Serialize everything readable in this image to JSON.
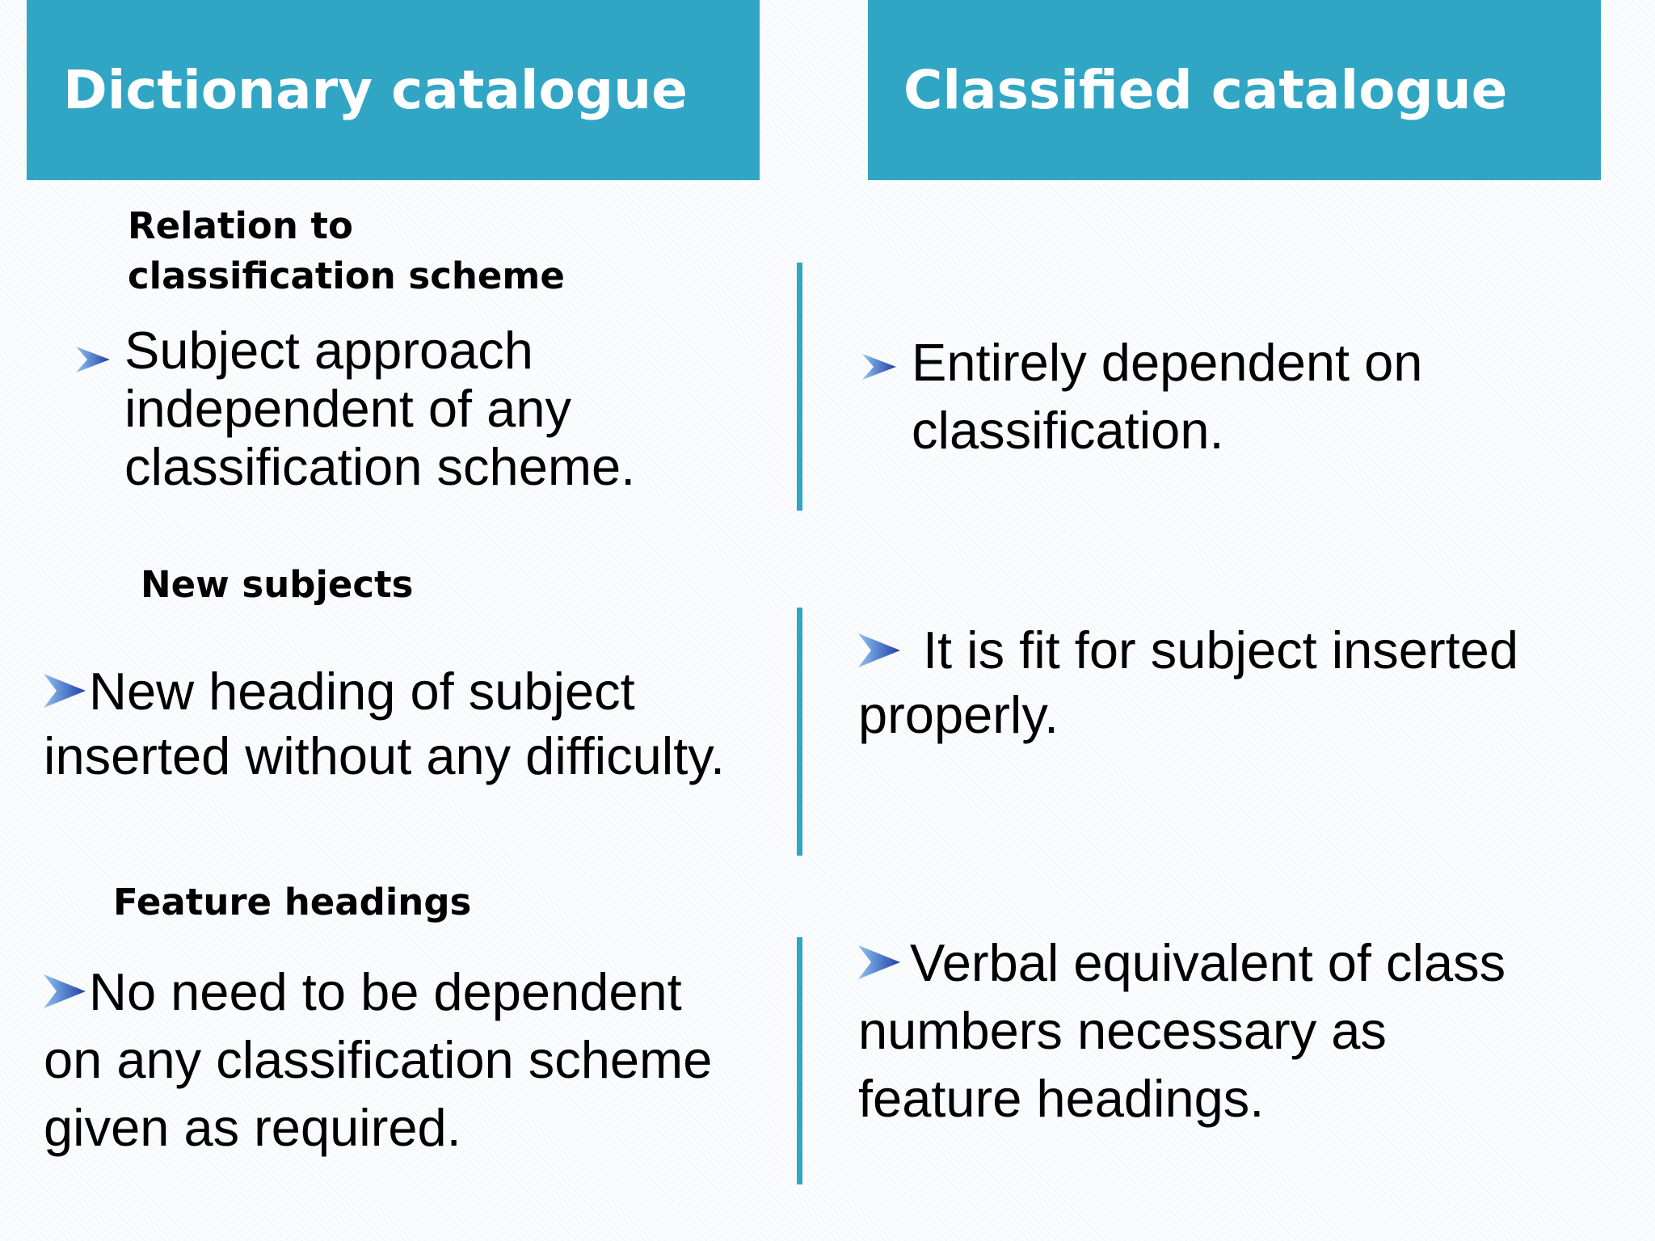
{
  "columns": {
    "left_title": "Dictionary catalogue",
    "right_title": "Classified catalogue"
  },
  "accent_color": "#31a5c4",
  "bullet_icon": "arrow-bullet-icon",
  "sections": [
    {
      "label_lines": [
        "Relation to",
        "classification scheme"
      ],
      "left_lines": [
        " Subject approach",
        "independent of any",
        "classification scheme."
      ],
      "right_lines": [
        " Entirely dependent on",
        "classification."
      ]
    },
    {
      "label_lines": [
        "New subjects"
      ],
      "left_lines": [
        " New heading of subject",
        "inserted without any difficulty."
      ],
      "right_lines": [
        "  It is fit for subject inserted",
        "properly."
      ]
    },
    {
      "label_lines": [
        "Feature headings"
      ],
      "left_lines": [
        "  No need to be dependent",
        "on any classification scheme",
        "given as required."
      ],
      "right_lines": [
        " Verbal equivalent of class",
        "numbers necessary as",
        "feature headings."
      ]
    }
  ]
}
